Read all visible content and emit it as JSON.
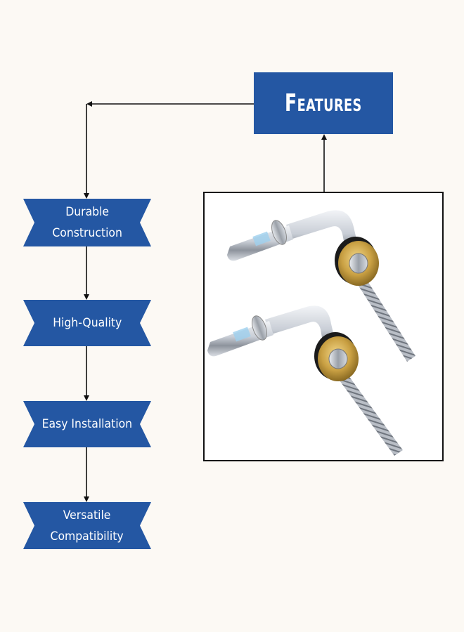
{
  "title": "Features",
  "features": [
    {
      "label": "Durable\nConstruction"
    },
    {
      "label": "High-Quality"
    },
    {
      "label": "Easy Installation"
    },
    {
      "label": "Versatile\nCompatibility"
    }
  ],
  "colors": {
    "accent": "#2457a3",
    "background": "#fcf9f4",
    "line": "#111111"
  }
}
